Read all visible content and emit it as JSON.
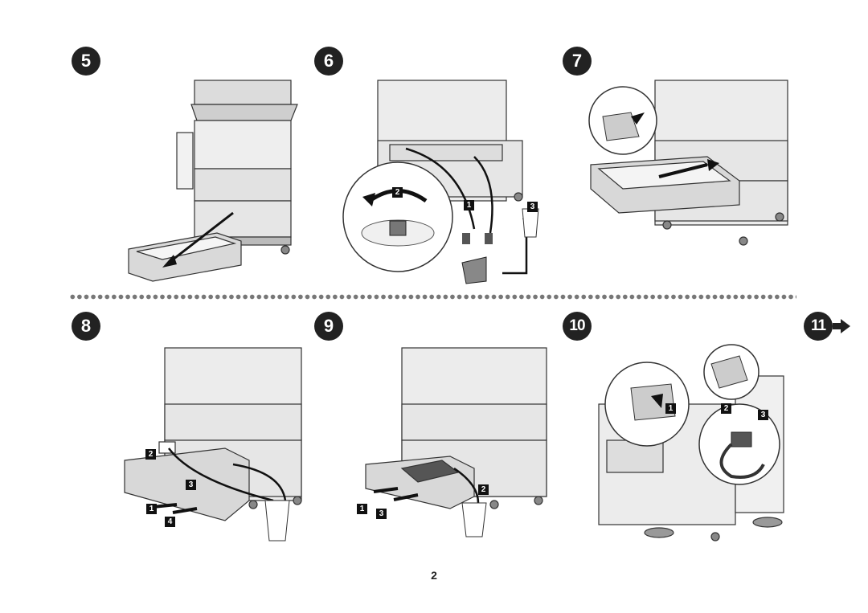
{
  "steps": [
    {
      "number": "5"
    },
    {
      "number": "6",
      "callouts": [
        "2",
        "1",
        "3"
      ]
    },
    {
      "number": "7"
    },
    {
      "number": "8",
      "callouts": [
        "2",
        "3",
        "1",
        "4"
      ]
    },
    {
      "number": "9",
      "callouts": [
        "2",
        "1",
        "3"
      ]
    },
    {
      "number": "10",
      "callouts": [
        "1",
        "2",
        "3"
      ]
    }
  ],
  "next_step": "11",
  "page_number": "2",
  "colors": {
    "badge": "#222222",
    "line": "#333333",
    "machine": "#e4e4e4"
  }
}
